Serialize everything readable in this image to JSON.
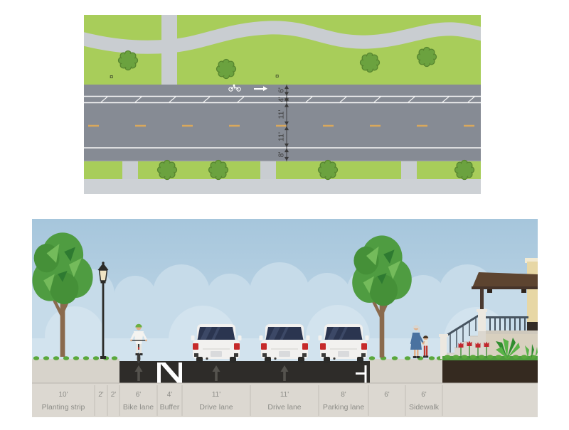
{
  "colors": {
    "park_green": "#a8cd5a",
    "path_grey": "#c9cdd1",
    "road_grey": "#868b94",
    "sidewalk_grey": "#cdd1d5",
    "centerline_yellow": "#d9a85c",
    "asphalt": "#2e2c29",
    "ground_beige": "#d7d3cb",
    "label_strip_bg": "#dcd8d1",
    "label_text": "#8d8d88",
    "sky_blue": "#a6c6dc",
    "cloud_blue": "#c6dbe9",
    "tree_green": "#4f9c41",
    "car_white": "#f2f1ef",
    "garden_bed_brown": "#352a20",
    "tulip_red": "#c1272d"
  },
  "plan_view": {
    "dimension_labels": [
      "6'",
      "4'",
      "11'",
      "11'",
      "8'"
    ],
    "sprinkler_glyph": "¤"
  },
  "cross_section": {
    "segments": [
      {
        "width": "10'",
        "label": "Planting strip"
      },
      {
        "width": "2'",
        "label": ""
      },
      {
        "width": "2'",
        "label": ""
      },
      {
        "width": "6'",
        "label": "Bike lane"
      },
      {
        "width": "4'",
        "label": "Buffer"
      },
      {
        "width": "11'",
        "label": "Drive lane"
      },
      {
        "width": "11'",
        "label": "Drive lane"
      },
      {
        "width": "8'",
        "label": "Parking lane"
      },
      {
        "width": "6'",
        "label": ""
      },
      {
        "width": "6'",
        "label": "Sidewalk"
      }
    ]
  }
}
